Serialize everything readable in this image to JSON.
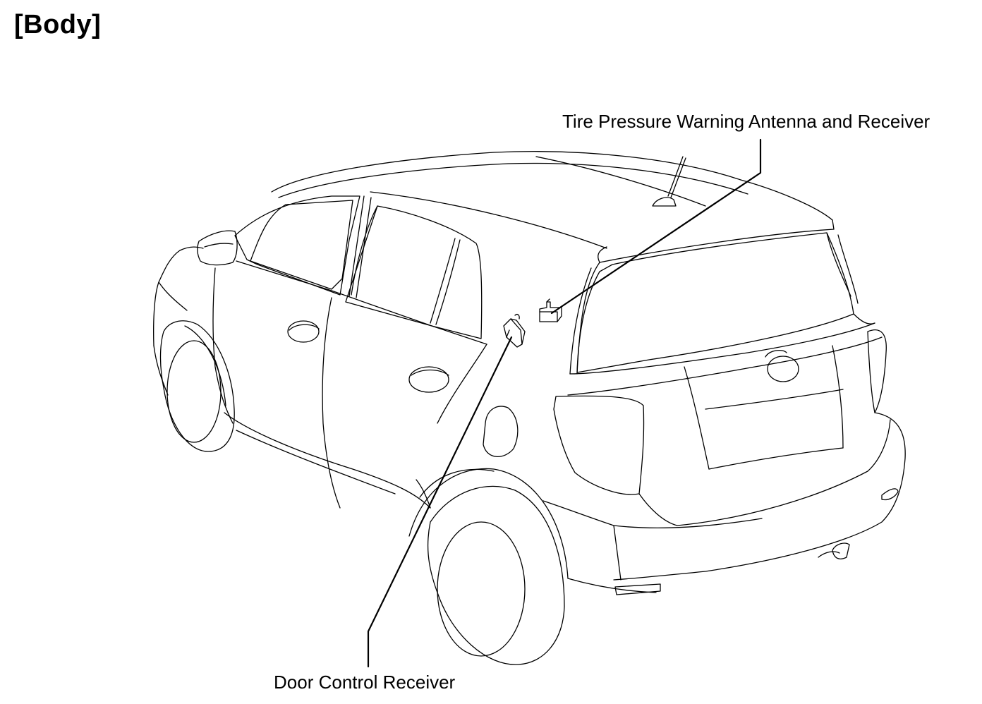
{
  "title": "[Body]",
  "callouts": {
    "tire_pressure": "Tire Pressure Warning Antenna and Receiver",
    "door_control": "Door Control Receiver"
  }
}
